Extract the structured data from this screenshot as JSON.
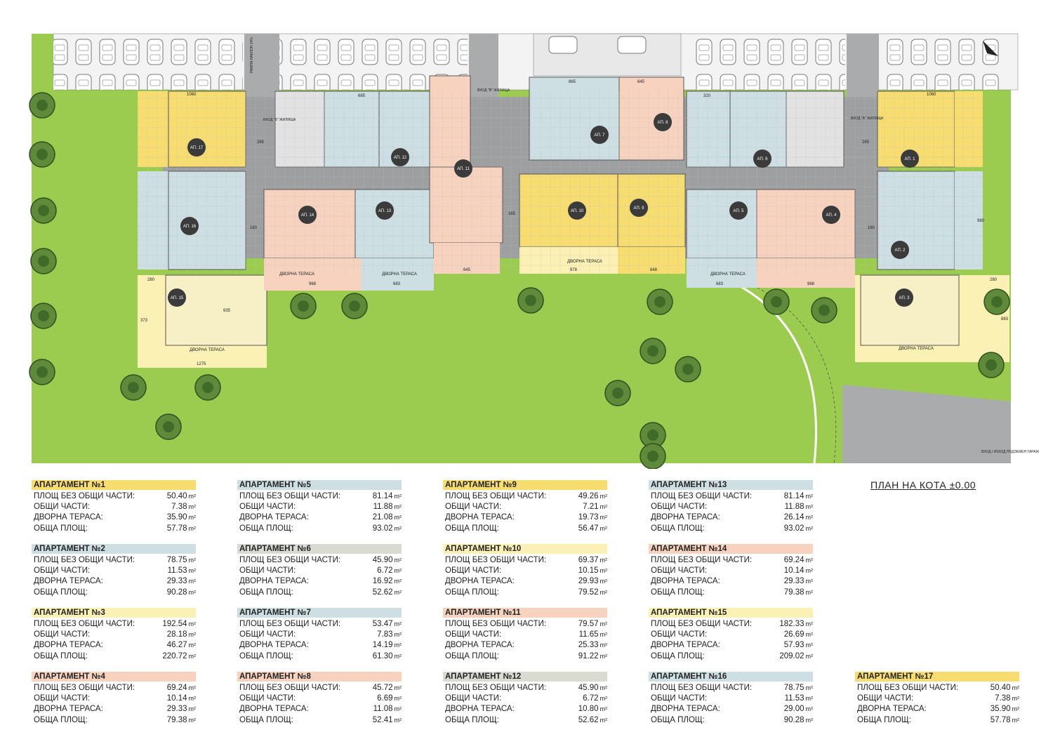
{
  "plan_title": "ПЛАН НА КОТА ±0.00",
  "colors": {
    "lawn": "#9ccc4f",
    "corridor": "#9d9fa1",
    "yellow": "#f7dd6f",
    "blue": "#cddfe3",
    "salmon": "#f6d2bf",
    "grey": "#d9dbd3",
    "paleyellow": "#fbf1b5"
  },
  "unit": "m²",
  "labels": {
    "f1": "ПЛОЩ БЕЗ ОБЩИ ЧАСТИ:",
    "f2": "ОБЩИ ЧАСТИ:",
    "f3": "ДВОРНА ТЕРАСА:",
    "f4": "ОБЩА ПЛОЩ:"
  },
  "apartments": [
    {
      "title": "АПАРТАМЕНТ №1",
      "color": "yellow",
      "v": [
        "50.40",
        "7.38",
        "35.90",
        "57.78"
      ]
    },
    {
      "title": "АПАРТАМЕНТ №2",
      "color": "blue",
      "v": [
        "78.75",
        "11.53",
        "29.33",
        "90.28"
      ]
    },
    {
      "title": "АПАРТАМЕНТ №3",
      "color": "paleyellow",
      "v": [
        "192.54",
        "28.18",
        "46.27",
        "220.72"
      ]
    },
    {
      "title": "АПАРТАМЕНТ №4",
      "color": "salmon",
      "v": [
        "69.24",
        "10.14",
        "29.33",
        "79.38"
      ]
    },
    {
      "title": "АПАРТАМЕНТ №5",
      "color": "blue",
      "v": [
        "81.14",
        "11.88",
        "21.08",
        "93.02"
      ]
    },
    {
      "title": "АПАРТАМЕНТ №6",
      "color": "grey",
      "v": [
        "45.90",
        "6.72",
        "16.92",
        "52.62"
      ]
    },
    {
      "title": "АПАРТАМЕНТ №7",
      "color": "blue",
      "v": [
        "53.47",
        "7.83",
        "14.19",
        "61.30"
      ]
    },
    {
      "title": "АПАРТАМЕНТ №8",
      "color": "salmon",
      "v": [
        "45.72",
        "6.69",
        "11.08",
        "52.41"
      ]
    },
    {
      "title": "АПАРТАМЕНТ №9",
      "color": "yellow",
      "v": [
        "49.26",
        "7.21",
        "19.73",
        "56.47"
      ]
    },
    {
      "title": "АПАРТАМЕНТ №10",
      "color": "paleyellow",
      "v": [
        "69.37",
        "10.15",
        "29.93",
        "79.52"
      ]
    },
    {
      "title": "АПАРТАМЕНТ №11",
      "color": "salmon",
      "v": [
        "79.57",
        "11.65",
        "25.33",
        "91.22"
      ]
    },
    {
      "title": "АПАРТАМЕНТ №12",
      "color": "grey",
      "v": [
        "45.90",
        "6.72",
        "10.80",
        "52.62"
      ]
    },
    {
      "title": "АПАРТАМЕНТ №13",
      "color": "blue",
      "v": [
        "81.14",
        "11.88",
        "26.14",
        "93.02"
      ]
    },
    {
      "title": "АПАРТАМЕНТ №14",
      "color": "salmon",
      "v": [
        "69.24",
        "10.14",
        "29.33",
        "79.38"
      ]
    },
    {
      "title": "АПАРТАМЕНТ №15",
      "color": "paleyellow",
      "v": [
        "182.33",
        "26.69",
        "57.93",
        "209.02"
      ]
    },
    {
      "title": "АПАРТАМЕНТ №16",
      "color": "blue",
      "v": [
        "78.75",
        "11.53",
        "29.00",
        "90.28"
      ]
    },
    {
      "title": "АПАРТАМЕНТ №17",
      "color": "yellow",
      "v": [
        "50.40",
        "7.38",
        "35.90",
        "57.78"
      ]
    }
  ],
  "plan": {
    "apartment_markers": [
      "АП. 1",
      "АП. 2",
      "АП. 3",
      "АП. 4",
      "АП. 5",
      "АП. 6",
      "АП. 7",
      "АП. 8",
      "АП. 9",
      "АП. 10",
      "АП. 11",
      "АП. 12",
      "АП. 13",
      "АП. 14",
      "АП. 15",
      "АП. 16",
      "АП. 17"
    ],
    "terrace_label": "ДВОРНА ТЕРАСА",
    "entrance_a": "ВХОД \"А\" ЖИЛИЩА",
    "entrance_b": "ВХОД \"Б\" ЖИЛИЩА",
    "entrance_v": "ВХОД \"В\" ЖИЛИЩА",
    "garage": "ВХОД / ИЗХОД ПОДЗЕМЕН ГАРАЖ",
    "ramp": "РАМПА НАКЛОН 24%",
    "dims": [
      "1060",
      "1060",
      "1275",
      "968",
      "968",
      "683",
      "683",
      "978",
      "648",
      "645",
      "645",
      "865",
      "685",
      "320",
      "265",
      "265",
      "160",
      "160",
      "165",
      "280",
      "280",
      "980",
      "935",
      "373",
      "883"
    ]
  }
}
